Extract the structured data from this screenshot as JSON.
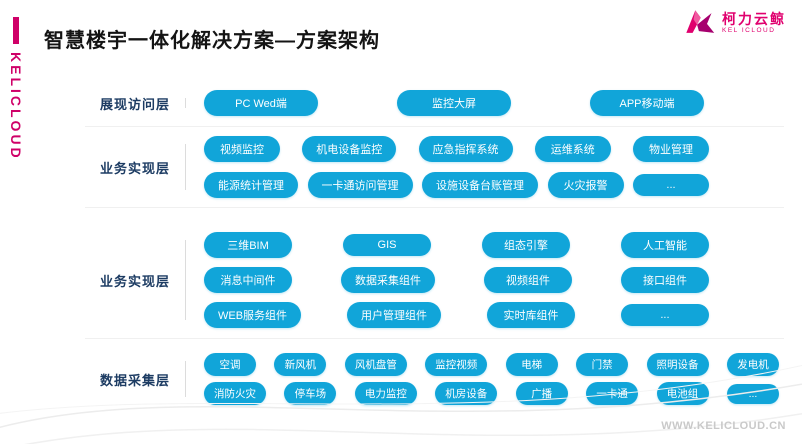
{
  "brand": {
    "vertical_text": "KELICLOUD"
  },
  "header": {
    "title": "智慧楼宇一体化解决方案—方案架构"
  },
  "logo": {
    "name_cn": "柯力云鲸",
    "name_en": "KEL ICLOUD"
  },
  "layers": [
    {
      "label": "展现访问层",
      "rows": [
        [
          "PC Wed端",
          "监控大屏",
          "APP移动端"
        ]
      ]
    },
    {
      "label": "业务实现层",
      "rows": [
        [
          "视频监控",
          "机电设备监控",
          "应急指挥系统",
          "运维系统",
          "物业管理"
        ],
        [
          "能源统计管理",
          "一卡通访问管理",
          "设施设备台账管理",
          "火灾报警",
          "..."
        ]
      ]
    },
    {
      "label": "业务实现层",
      "rows": [
        [
          "三维BIM",
          "GIS",
          "组态引擎",
          "人工智能"
        ],
        [
          "消息中间件",
          "数据采集组件",
          "视频组件",
          "接口组件"
        ],
        [
          "WEB服务组件",
          "用户管理组件",
          "实时库组件",
          "..."
        ]
      ]
    },
    {
      "label": "数据采集层",
      "rows": [
        [
          "空调",
          "新风机",
          "风机盘管",
          "监控视频",
          "电梯",
          "门禁",
          "照明设备",
          "发电机"
        ],
        [
          "消防火灾",
          "停车场",
          "电力监控",
          "机房设备",
          "广播",
          "一卡通",
          "电池组",
          "..."
        ]
      ]
    }
  ],
  "footer": {
    "url": "WWW.KELICLOUD.CN"
  },
  "colors": {
    "pill_blue": "#11a5d9",
    "accent_magenta": "#cf0068",
    "label_navy": "#1d3c63"
  }
}
